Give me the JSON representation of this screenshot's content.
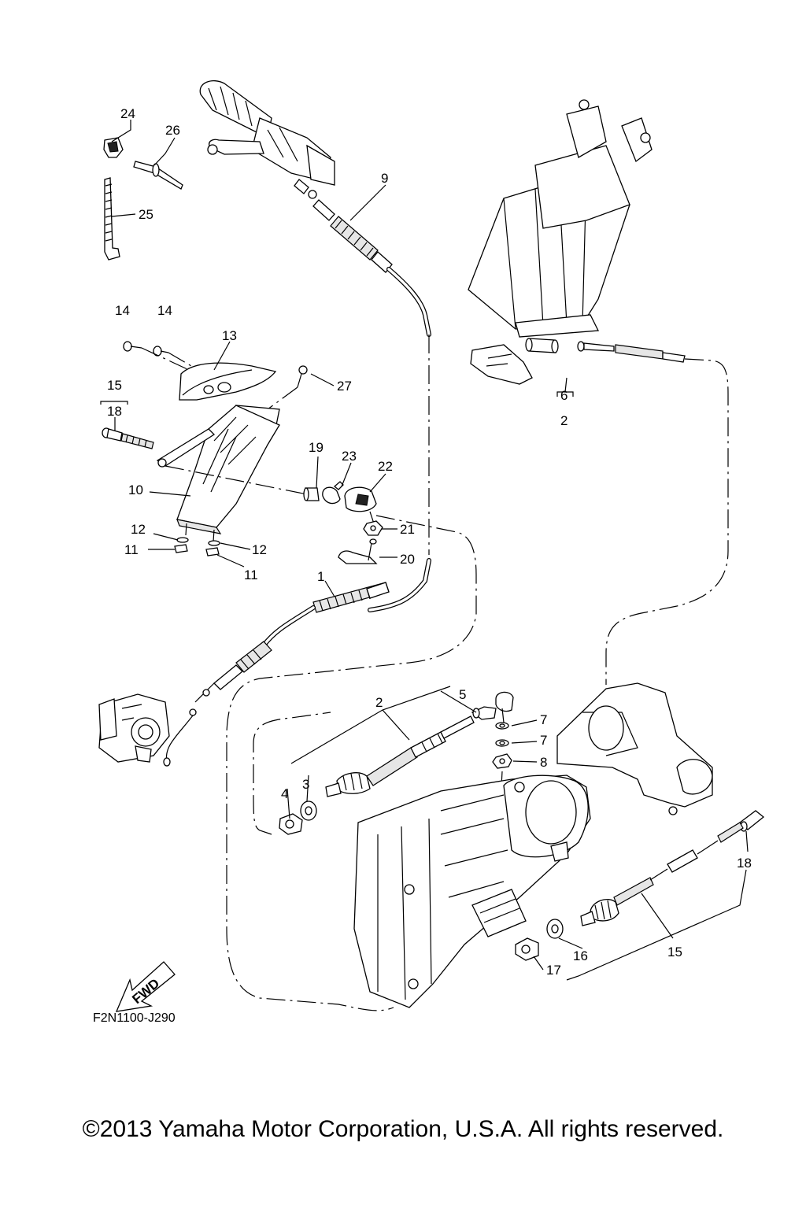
{
  "diagram": {
    "drawing_code": "F2N1100-J290",
    "fwd_label": "FWD",
    "copyright": "©2013 Yamaha Motor Corporation, U.S.A. All rights reserved.",
    "callouts": {
      "c1": "1",
      "c2_upper": "2",
      "c2_lower": "2",
      "c3": "3",
      "c4": "4",
      "c5": "5",
      "c6": "6",
      "c7a": "7",
      "c7b": "7",
      "c8": "8",
      "c9": "9",
      "c10": "10",
      "c11a": "11",
      "c11b": "11",
      "c12a": "12",
      "c12b": "12",
      "c13": "13",
      "c14a": "14",
      "c14b": "14",
      "c15_upper": "15",
      "c15_lower": "15",
      "c16": "16",
      "c17": "17",
      "c18_upper": "18",
      "c18_lower": "18",
      "c19": "19",
      "c20": "20",
      "c21": "21",
      "c22": "22",
      "c23": "23",
      "c24": "24",
      "c25": "25",
      "c26": "26",
      "c27": "27"
    }
  }
}
